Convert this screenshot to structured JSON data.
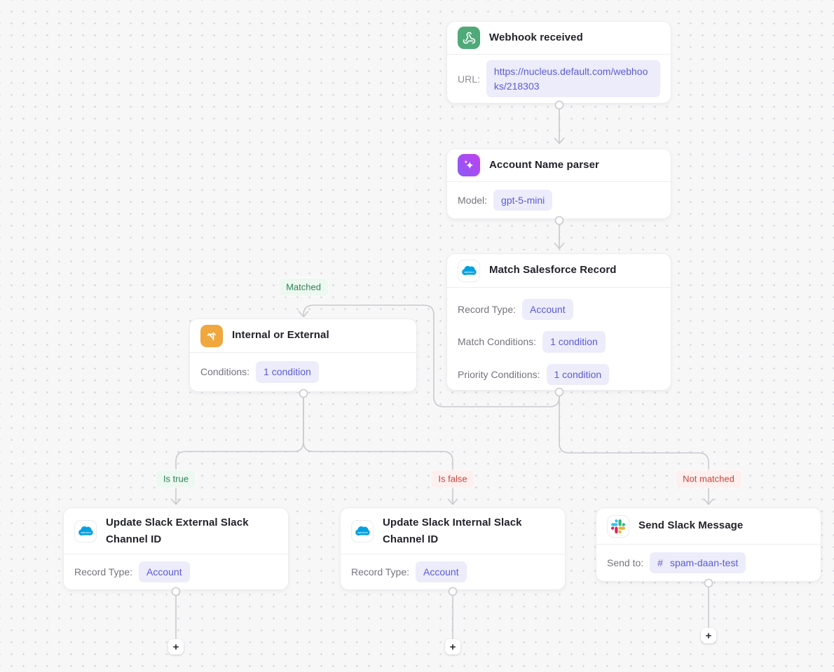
{
  "canvas": {
    "background": "#f7f7f8",
    "dot_color": "#d9d9de",
    "edge_color": "#c9cacd"
  },
  "colors": {
    "pill_bg": "#ececfb",
    "pill_text": "#5b5bd6",
    "label_green_bg": "#edf8f1",
    "label_green_text": "#2f8253",
    "label_red_bg": "#fdf0ef",
    "label_red_text": "#c5463d",
    "webhook_icon_bg": "#4fa978",
    "ai_icon_gradient": [
      "#8a5cf5",
      "#c13ff0"
    ],
    "branch_icon_bg": "#f0a73d",
    "salesforce_blue": "#00a1e0"
  },
  "nodes": {
    "webhook": {
      "icon": "webhook-icon",
      "title": "Webhook received",
      "url_label": "URL:",
      "url_value": "https://nucleus.default.com/webhooks/218303"
    },
    "parser": {
      "icon": "ai-sparkles-icon",
      "title": "Account Name parser",
      "model_label": "Model:",
      "model_value": "gpt-5-mini"
    },
    "match": {
      "icon": "salesforce-icon",
      "title": "Match Salesforce Record",
      "record_type_label": "Record Type:",
      "record_type_value": "Account",
      "match_conditions_label": "Match Conditions:",
      "match_conditions_value": "1 condition",
      "priority_conditions_label": "Priority Conditions:",
      "priority_conditions_value": "1 condition"
    },
    "branch": {
      "icon": "split-path-icon",
      "title": "Internal or External",
      "conditions_label": "Conditions:",
      "conditions_value": "1 condition"
    },
    "update_external": {
      "icon": "salesforce-icon",
      "title": "Update Slack External Slack Channel ID",
      "record_type_label": "Record Type:",
      "record_type_value": "Account"
    },
    "update_internal": {
      "icon": "salesforce-icon",
      "title": "Update Slack Internal Slack Channel ID",
      "record_type_label": "Record Type:",
      "record_type_value": "Account"
    },
    "send_slack": {
      "icon": "slack-icon",
      "title": "Send Slack Message",
      "send_to_label": "Send to:",
      "channel_hash": "#",
      "channel_value": "spam-daan-test"
    }
  },
  "edge_labels": {
    "matched": "Matched",
    "is_true": "Is true",
    "is_false": "Is false",
    "not_matched": "Not matched"
  },
  "add_button": "+"
}
